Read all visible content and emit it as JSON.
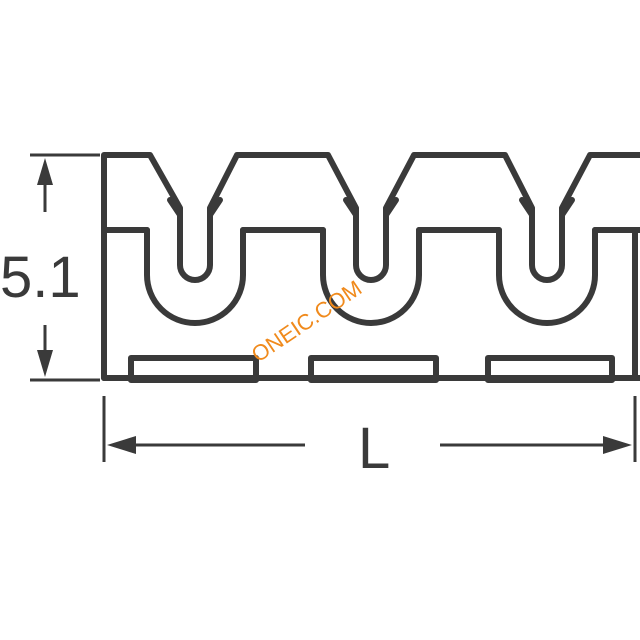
{
  "dimensions": {
    "height_label": "5.1",
    "length_label": "L"
  },
  "watermark": {
    "text": "ONEIC.COM",
    "color": "#f08a1c"
  },
  "colors": {
    "line": "#3a3a3a",
    "background": "#ffffff"
  }
}
